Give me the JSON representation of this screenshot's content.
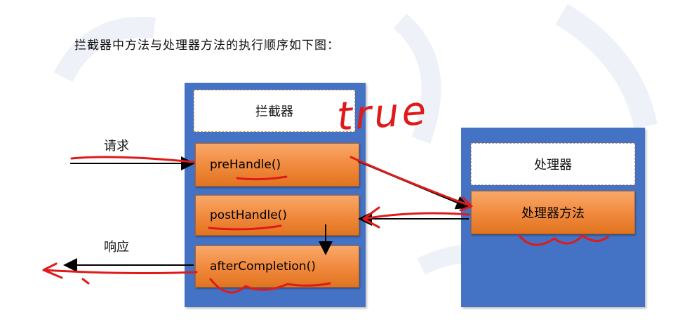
{
  "title": "拦截器中方法与处理器方法的执行顺序如下图：",
  "interceptor": {
    "header": "拦截器",
    "methods": [
      "preHandle()",
      "postHandle()",
      "afterCompletion()"
    ]
  },
  "handler": {
    "header": "处理器",
    "method": "处理器方法"
  },
  "labels": {
    "request": "请求",
    "response": "响应"
  },
  "annotation": {
    "handwritten": "true"
  },
  "colors": {
    "panel": "#4472c4",
    "method_box": "#f0883c",
    "header_border": "#e8a05c",
    "annotation": "#e01a1a"
  }
}
